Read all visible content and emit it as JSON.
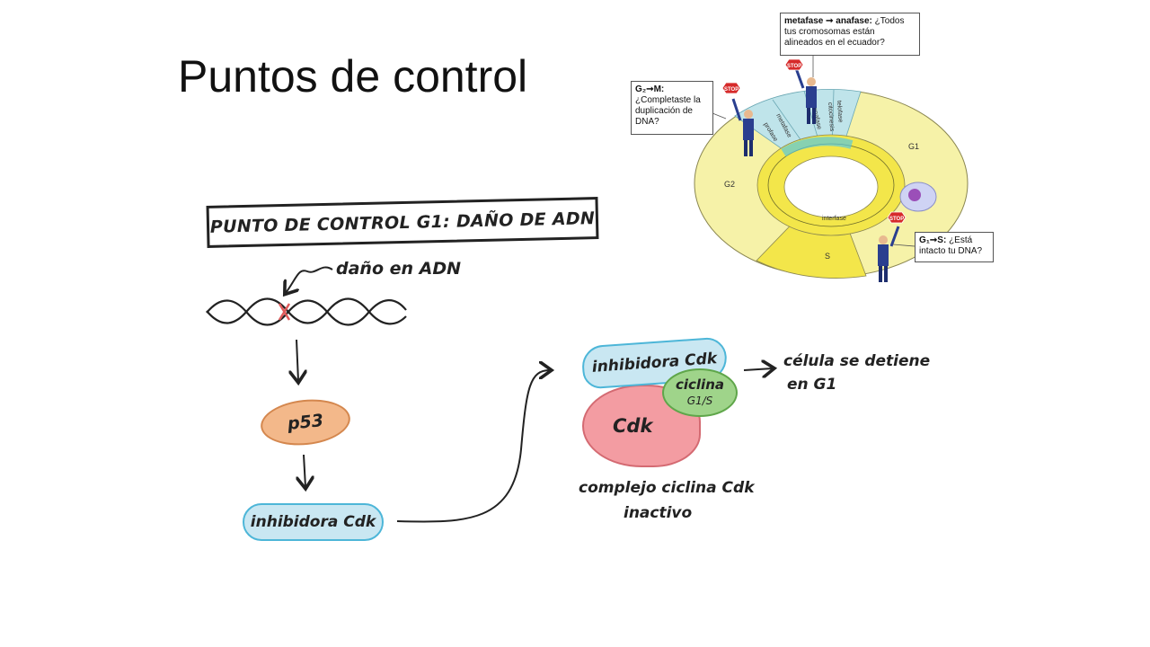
{
  "slide": {
    "title": "Puntos de control"
  },
  "g1_diagram": {
    "header": "PUNTO DE CONTROL G1: DAÑO DE ADN",
    "dna_damage_label": "daño en ADN",
    "p53_label": "p53",
    "inhibitor_label": "inhibidora Cdk",
    "complex_inhibitor_label": "inhibidora Cdk",
    "cyclin_label": "ciclina",
    "cyclin_phase_label": "G1/S",
    "cdk_label": "Cdk",
    "complex_caption_line1": "complejo ciclina Cdk",
    "complex_caption_line2": "inactivo",
    "outcome_line1": "célula se detiene",
    "outcome_line2": "en G1",
    "colors": {
      "p53_fill": "#f3b88a",
      "inhibitor_fill": "#c9e7f2",
      "cdk_fill": "#f39ca2",
      "cyclin_fill": "#9fd48a",
      "damage_mark": "#e05a5a"
    }
  },
  "cell_cycle": {
    "phase_G1": "G1",
    "phase_G2": "G2",
    "phase_S": "S",
    "ring_interfase": "interfase",
    "mitosis_segments": [
      "metafase",
      "profase",
      "anafase",
      "telofase",
      "citocinesis"
    ],
    "stop_sign": "STOP",
    "notes": {
      "g2m_title": "G₂➞M:",
      "g2m_text": "¿Completaste la duplicación de DNA?",
      "meta_title": "metafase ➞ anafase:",
      "meta_text": "¿Todos tus cromosomas están alineados en el ecuador?",
      "g1s_title": "G₁➞S:",
      "g1s_text": "¿Está intacto tu DNA?"
    },
    "colors": {
      "outer_ring": "#f6f2a8",
      "inner_ring": "#f3e64a",
      "s_phase": "#f3e64a",
      "mitosis": "#bfe4ea"
    }
  }
}
